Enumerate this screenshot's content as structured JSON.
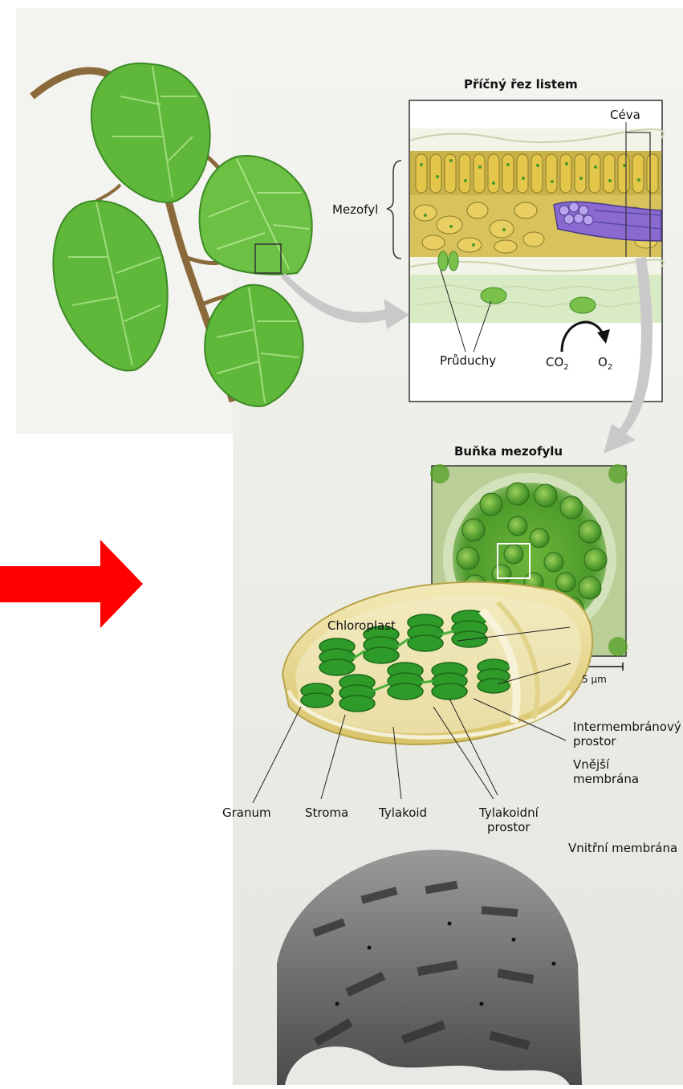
{
  "labels": {
    "cross_section_title": "Příčný řez listem",
    "vessel": "Céva",
    "mesophyll": "Mezofyl",
    "stomata": "Průduchy",
    "co2_main": "CO",
    "co2_sub": "2",
    "o2_main": "O",
    "o2_sub": "2",
    "mesophyll_cell_title": "Buňka mezofylu",
    "chloroplast": "Chloroplast",
    "scale_bar": "5 µm",
    "intermembrane_1": "Intermembránový",
    "intermembrane_2": "prostor",
    "outer_membrane_1": "Vnější",
    "outer_membrane_2": "membrána",
    "inner_membrane": "Vnitřní membrána",
    "granum": "Granum",
    "stroma": "Stroma",
    "thylakoid": "Tylakoid",
    "thylakoid_space_1": "Tylakoidní",
    "thylakoid_space_2": "prostor"
  },
  "colors": {
    "leaf": "#5fb83a",
    "leaf_dark": "#3d8a25",
    "red_arrow": "#ff0000",
    "chloroplast_green": "#2e9a2a",
    "envelope": "#e8d98a",
    "background_gray": "#f2f2ee"
  }
}
